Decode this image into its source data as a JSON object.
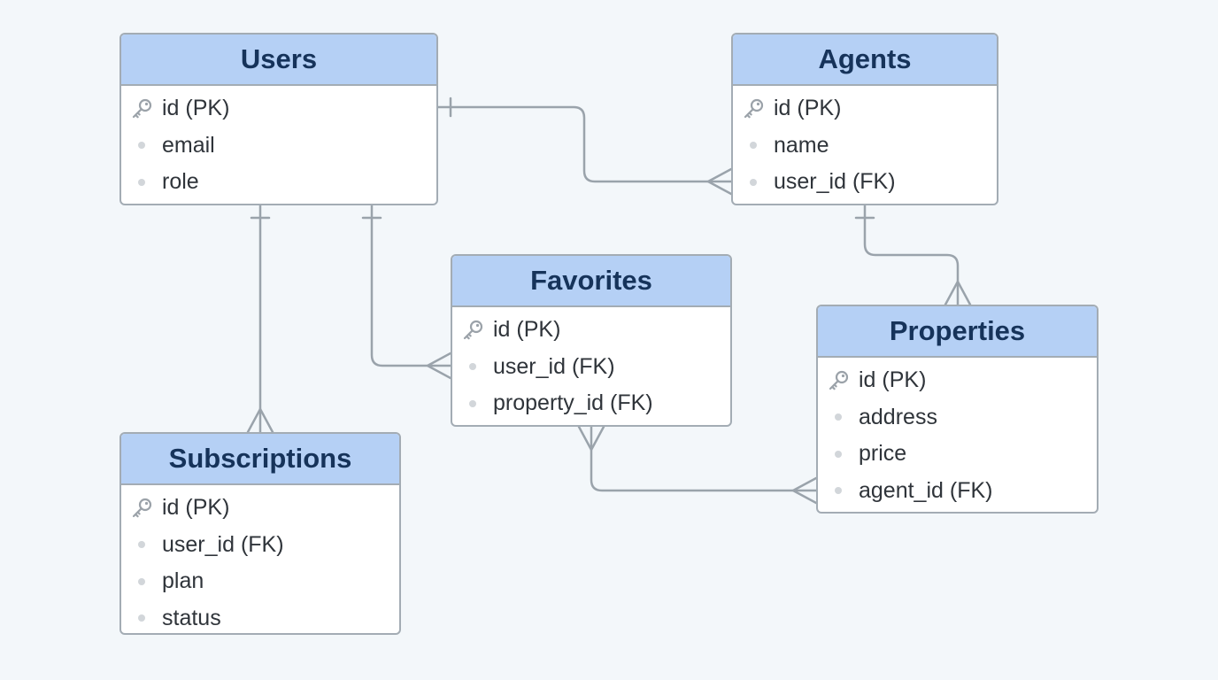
{
  "entities": {
    "users": {
      "name": "Users",
      "attributes": [
        {
          "label": "id (PK)",
          "key": true
        },
        {
          "label": "email",
          "key": false
        },
        {
          "label": "role",
          "key": false
        }
      ]
    },
    "agents": {
      "name": "Agents",
      "attributes": [
        {
          "label": "id (PK)",
          "key": true
        },
        {
          "label": "name",
          "key": false
        },
        {
          "label": "user_id (FK)",
          "key": false
        }
      ]
    },
    "favorites": {
      "name": "Favorites",
      "attributes": [
        {
          "label": "id (PK)",
          "key": true
        },
        {
          "label": "user_id (FK)",
          "key": false
        },
        {
          "label": "property_id (FK)",
          "key": false
        }
      ]
    },
    "properties": {
      "name": "Properties",
      "attributes": [
        {
          "label": "id (PK)",
          "key": true
        },
        {
          "label": "address",
          "key": false
        },
        {
          "label": "price",
          "key": false
        },
        {
          "label": "agent_id (FK)",
          "key": false
        }
      ]
    },
    "subscriptions": {
      "name": "Subscriptions",
      "attributes": [
        {
          "label": "id (PK)",
          "key": true
        },
        {
          "label": "user_id (FK)",
          "key": false
        },
        {
          "label": "plan",
          "key": false
        },
        {
          "label": "status",
          "key": false
        }
      ]
    }
  },
  "relationships": [
    {
      "from": "Users",
      "to": "Agents",
      "from_cardinality": "one",
      "to_cardinality": "many"
    },
    {
      "from": "Users",
      "to": "Subscriptions",
      "from_cardinality": "one",
      "to_cardinality": "many"
    },
    {
      "from": "Users",
      "to": "Favorites",
      "from_cardinality": "one",
      "to_cardinality": "many"
    },
    {
      "from": "Agents",
      "to": "Properties",
      "from_cardinality": "one",
      "to_cardinality": "many"
    },
    {
      "from": "Properties",
      "to": "Favorites",
      "from_cardinality": "many",
      "to_cardinality": "many"
    }
  ],
  "colors": {
    "header_fill": "#b5d0f5",
    "header_text": "#16335a",
    "border": "#a3acb4",
    "connector": "#9aa3ab",
    "background": "#f3f7fa"
  }
}
